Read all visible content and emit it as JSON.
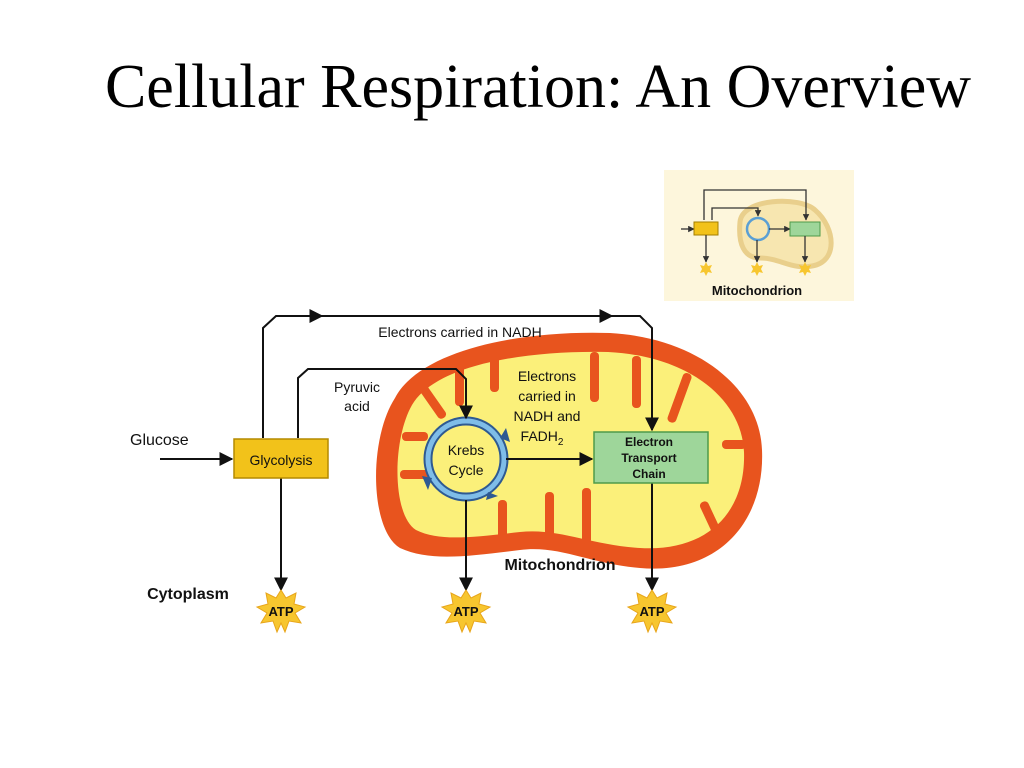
{
  "title": "Cellular Respiration: An Overview",
  "thumbnail": {
    "label": "Mitochondrion"
  },
  "labels": {
    "electrons_nadh": "Electrons carried in NADH",
    "pyruvic_line1": "Pyruvic",
    "pyruvic_line2": "acid",
    "electrons_fadh_line1": "Electrons",
    "electrons_fadh_line2": "carried in",
    "electrons_fadh_line3": "NADH and",
    "electrons_fadh_line4": "FADH",
    "electrons_fadh_sub": "2",
    "glucose": "Glucose",
    "glycolysis": "Glycolysis",
    "krebs_line1": "Krebs",
    "krebs_line2": "Cycle",
    "etc_line1": "Electron",
    "etc_line2": "Transport",
    "etc_line3": "Chain",
    "mitochondrion": "Mitochondrion",
    "cytoplasm": "Cytoplasm",
    "atp_1": "ATP",
    "atp_2": "ATP",
    "atp_3": "ATP"
  },
  "colors": {
    "glycolysis_box": "#f2c21a",
    "etc_box": "#9ed69a",
    "mito_outer": "#e8541e",
    "mito_inner": "#fbf07a",
    "krebs_ring": "#5a9fd4",
    "atp_star": "#f7c62f"
  }
}
